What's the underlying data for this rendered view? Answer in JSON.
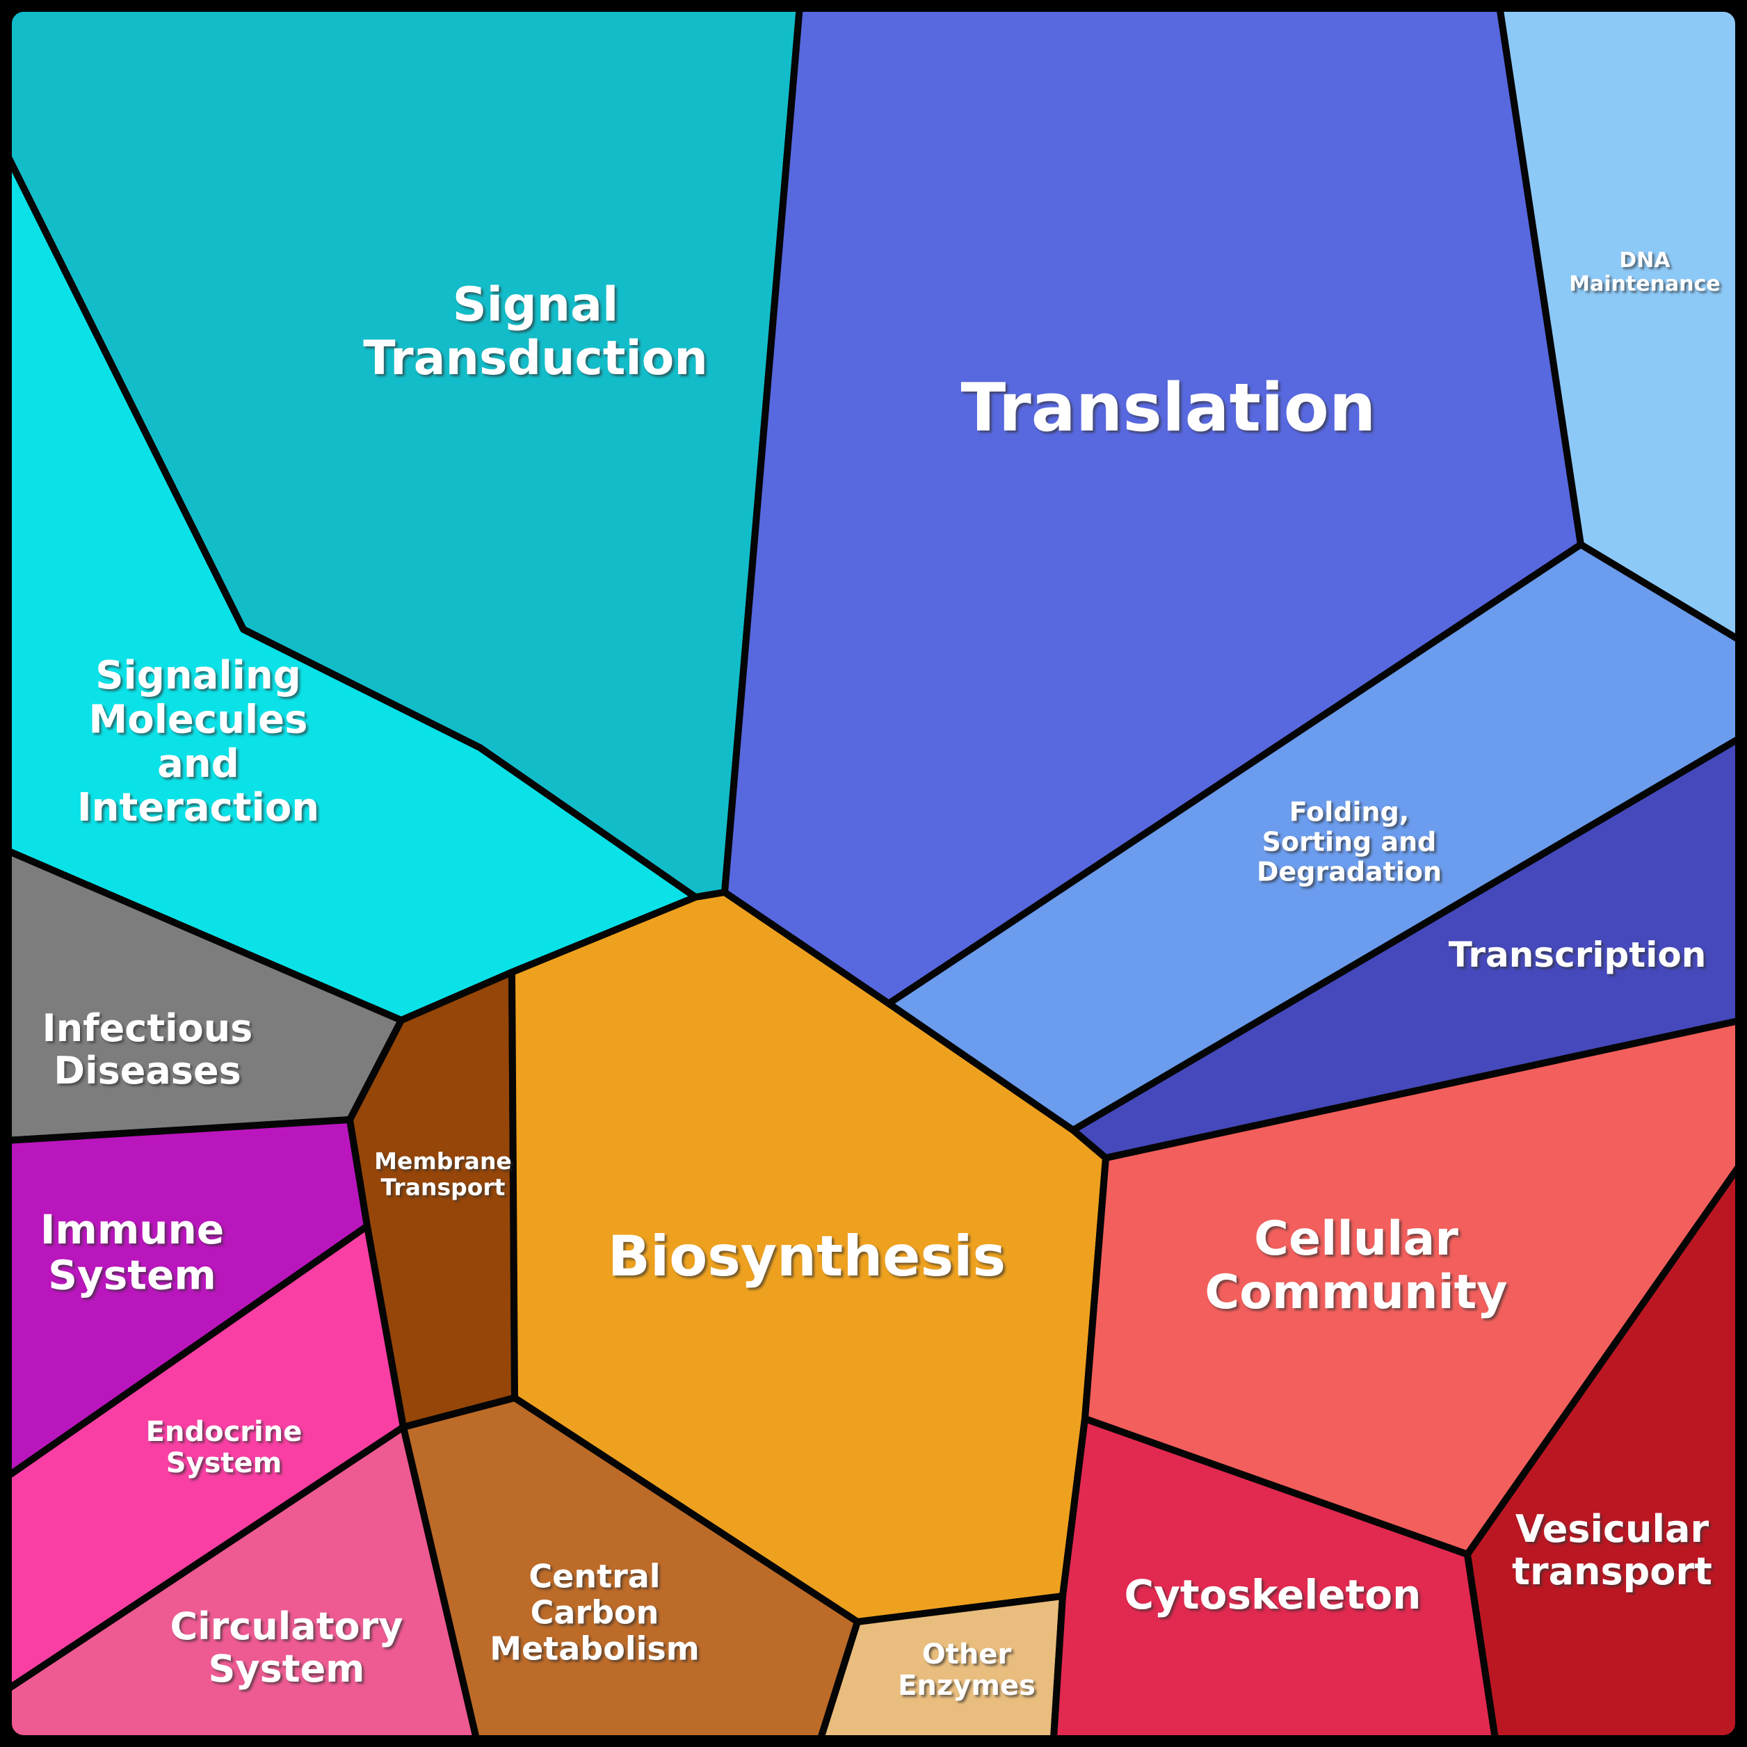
{
  "page": {
    "background": "#000000",
    "description_of_visible_content": "Voronoi treemap with 17 labeled polygonal cells"
  },
  "chart_data": {
    "type": "voronoi-treemap",
    "title": "",
    "xlabel": "",
    "ylabel": "",
    "legend_position": "none",
    "value_units": "approximate share of total plot area (percent), estimated from polygon areas",
    "layout": {
      "canvas_size": 2512,
      "background": "#000000",
      "cell_stroke": "#050505",
      "cell_stroke_width": 10,
      "frame_stroke_width": 34,
      "frame_corner_radius": 34,
      "label_color": "#ffffff",
      "label_line_height_em": 1.13
    },
    "regions": [
      {
        "id": "signal-transduction",
        "label": "Signal Transduction",
        "label_lines": [
          "Signal",
          "Transduction"
        ],
        "value_area_pct": 16.0,
        "color": "#12bdc9",
        "label_x": 770,
        "label_y": 475,
        "font_px": 68,
        "points": [
          [
            8,
            8
          ],
          [
            1150,
            8
          ],
          [
            1042,
            1283
          ],
          [
            1000,
            1290
          ],
          [
            690,
            1075
          ],
          [
            350,
            905
          ],
          [
            8,
            218
          ]
        ]
      },
      {
        "id": "signaling-molecules",
        "label": "Signaling Molecules and Interaction",
        "label_lines": [
          "Signaling",
          "Molecules",
          "and",
          "Interaction"
        ],
        "value_area_pct": 7.2,
        "color": "#0be2e8",
        "label_x": 285,
        "label_y": 1065,
        "font_px": 56,
        "points": [
          [
            8,
            218
          ],
          [
            350,
            905
          ],
          [
            690,
            1075
          ],
          [
            1000,
            1290
          ],
          [
            736,
            1398
          ],
          [
            577,
            1467
          ],
          [
            8,
            1222
          ]
        ]
      },
      {
        "id": "infectious-diseases",
        "label": "Infectious Diseases",
        "label_lines": [
          "Infectious",
          "Diseases"
        ],
        "value_area_pct": 2.4,
        "color": "#7d7d7d",
        "label_x": 212,
        "label_y": 1508,
        "font_px": 54,
        "points": [
          [
            8,
            1222
          ],
          [
            577,
            1467
          ],
          [
            503,
            1610
          ],
          [
            8,
            1640
          ]
        ]
      },
      {
        "id": "immune-system",
        "label": "Immune System",
        "label_lines": [
          "Immune",
          "System"
        ],
        "value_area_pct": 2.6,
        "color": "#ba16bd",
        "label_x": 190,
        "label_y": 1800,
        "font_px": 58,
        "points": [
          [
            8,
            1640
          ],
          [
            503,
            1610
          ],
          [
            528,
            1763
          ],
          [
            8,
            2125
          ]
        ]
      },
      {
        "id": "endocrine-system",
        "label": "Endocrine System",
        "label_lines": [
          "Endocrine",
          "System"
        ],
        "value_area_pct": 2.7,
        "color": "#f93fa4",
        "label_x": 322,
        "label_y": 2080,
        "font_px": 40,
        "points": [
          [
            8,
            2125
          ],
          [
            528,
            1763
          ],
          [
            580,
            2052
          ],
          [
            8,
            2431
          ]
        ]
      },
      {
        "id": "circulatory-system",
        "label": "Circulatory System",
        "label_lines": [
          "Circulatory",
          "System"
        ],
        "value_area_pct": 2.7,
        "color": "#ee5a92",
        "label_x": 412,
        "label_y": 2368,
        "font_px": 54,
        "points": [
          [
            8,
            2431
          ],
          [
            580,
            2052
          ],
          [
            685,
            2500
          ],
          [
            8,
            2500
          ]
        ]
      },
      {
        "id": "membrane-transport",
        "label": "Membrane Transport",
        "label_lines": [
          "Membrane",
          "Transport"
        ],
        "value_area_pct": 1.9,
        "color": "#954608",
        "label_x": 637,
        "label_y": 1688,
        "font_px": 33,
        "points": [
          [
            503,
            1610
          ],
          [
            577,
            1467
          ],
          [
            736,
            1398
          ],
          [
            740,
            2010
          ],
          [
            580,
            2052
          ],
          [
            528,
            1763
          ]
        ]
      },
      {
        "id": "biosynthesis",
        "label": "Biosynthesis",
        "label_lines": [
          "Biosynthesis"
        ],
        "value_area_pct": 10.6,
        "color": "#eea11f",
        "label_x": 1160,
        "label_y": 1805,
        "font_px": 80,
        "points": [
          [
            1000,
            1290
          ],
          [
            1042,
            1283
          ],
          [
            1278,
            1443
          ],
          [
            1543,
            1625
          ],
          [
            1590,
            1665
          ],
          [
            1560,
            2040
          ],
          [
            1528,
            2295
          ],
          [
            1233,
            2332
          ],
          [
            740,
            2010
          ],
          [
            736,
            1398
          ]
        ]
      },
      {
        "id": "central-carbon-metabolism",
        "label": "Central Carbon Metabolism",
        "label_lines": [
          "Central",
          "Carbon",
          "Metabolism"
        ],
        "value_area_pct": 3.3,
        "color": "#bd6b29",
        "label_x": 855,
        "label_y": 2318,
        "font_px": 46,
        "points": [
          [
            580,
            2052
          ],
          [
            740,
            2010
          ],
          [
            1233,
            2332
          ],
          [
            1180,
            2500
          ],
          [
            685,
            2500
          ]
        ]
      },
      {
        "id": "other-enzymes",
        "label": "Other Enzymes",
        "label_lines": [
          "Other",
          "Enzymes"
        ],
        "value_area_pct": 0.9,
        "color": "#e9bd7d",
        "label_x": 1390,
        "label_y": 2400,
        "font_px": 40,
        "points": [
          [
            1233,
            2332
          ],
          [
            1528,
            2295
          ],
          [
            1515,
            2500
          ],
          [
            1180,
            2500
          ]
        ]
      },
      {
        "id": "translation",
        "label": "Translation",
        "label_lines": [
          "Translation"
        ],
        "value_area_pct": 20.7,
        "color": "#5868df",
        "label_x": 1680,
        "label_y": 585,
        "font_px": 95,
        "points": [
          [
            1150,
            8
          ],
          [
            2156,
            8
          ],
          [
            2273,
            783
          ],
          [
            1278,
            1443
          ],
          [
            1042,
            1283
          ]
        ]
      },
      {
        "id": "dna-maintenance",
        "label": "DNA Maintenance",
        "label_lines": [
          "DNA",
          "Maintenance"
        ],
        "value_area_pct": 3.8,
        "color": "#8dc9f7",
        "label_x": 2365,
        "label_y": 390,
        "font_px": 30,
        "points": [
          [
            2156,
            8
          ],
          [
            2504,
            8
          ],
          [
            2504,
            922
          ],
          [
            2273,
            783
          ]
        ]
      },
      {
        "id": "folding-sorting-degradation",
        "label": "Folding, Sorting and Degradation",
        "label_lines": [
          "Folding,",
          "Sorting and",
          "Degradation"
        ],
        "value_area_pct": 6.2,
        "color": "#6b9ced",
        "label_x": 1940,
        "label_y": 1210,
        "font_px": 38,
        "points": [
          [
            1278,
            1443
          ],
          [
            2273,
            783
          ],
          [
            2504,
            922
          ],
          [
            2504,
            1060
          ],
          [
            1543,
            1625
          ]
        ]
      },
      {
        "id": "transcription",
        "label": "Transcription",
        "label_lines": [
          "Transcription"
        ],
        "value_area_pct": 3.5,
        "color": "#4549bb",
        "label_x": 2268,
        "label_y": 1372,
        "font_px": 50,
        "points": [
          [
            1543,
            1625
          ],
          [
            2504,
            1060
          ],
          [
            2504,
            1467
          ],
          [
            1590,
            1665
          ]
        ]
      },
      {
        "id": "cellular-community",
        "label": "Cellular Community",
        "label_lines": [
          "Cellular",
          "Community"
        ],
        "value_area_pct": 7.3,
        "color": "#f25f5c",
        "label_x": 1950,
        "label_y": 1818,
        "font_px": 68,
        "points": [
          [
            1590,
            1665
          ],
          [
            2504,
            1467
          ],
          [
            2504,
            1672
          ],
          [
            2110,
            2235
          ],
          [
            1560,
            2040
          ]
        ]
      },
      {
        "id": "cytoskeleton",
        "label": "Cytoskeleton",
        "label_lines": [
          "Cytoskeleton"
        ],
        "value_area_pct": 3.4,
        "color": "#e22950",
        "label_x": 1830,
        "label_y": 2292,
        "font_px": 58,
        "points": [
          [
            1528,
            2295
          ],
          [
            1560,
            2040
          ],
          [
            2110,
            2235
          ],
          [
            2150,
            2500
          ],
          [
            1515,
            2500
          ]
        ]
      },
      {
        "id": "vesicular-transport",
        "label": "Vesicular transport",
        "label_lines": [
          "Vesicular",
          "transport"
        ],
        "value_area_pct": 3.3,
        "color": "#bb1723",
        "label_x": 2318,
        "label_y": 2228,
        "font_px": 54,
        "points": [
          [
            2504,
            1672
          ],
          [
            2504,
            2500
          ],
          [
            2150,
            2500
          ],
          [
            2110,
            2235
          ]
        ]
      }
    ]
  }
}
